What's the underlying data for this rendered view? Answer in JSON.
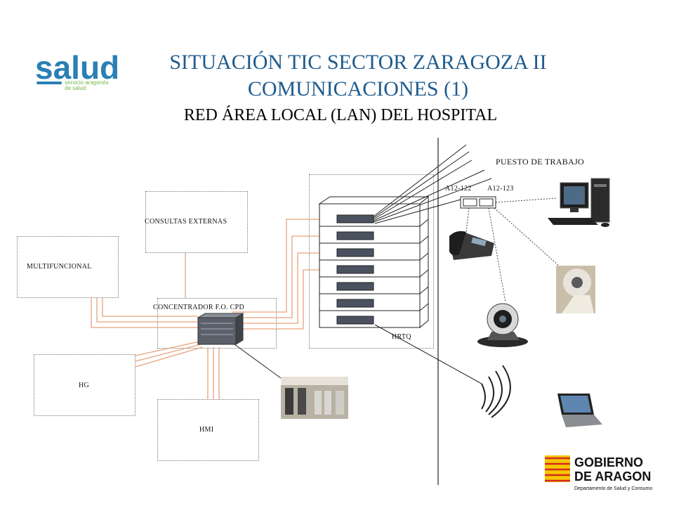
{
  "header": {
    "title_line1": "SITUACIÓN TIC SECTOR ZARAGOZA II",
    "title_line2": "COMUNICACIONES (1)",
    "subtitle": "RED ÁREA LOCAL (LAN) DEL HOSPITAL"
  },
  "logos": {
    "salud_word": "salud",
    "salud_tagline_1": "servicio aragonés",
    "salud_tagline_2": "de salud",
    "gobierno_line1": "GOBIERNO",
    "gobierno_line2": "DE ARAGON",
    "gobierno_dept": "Departamento de Salud y Consumo"
  },
  "nodes": {
    "consultas_externas": "CONSULTAS  EXTERNAS",
    "multifuncional": "MULTIFUNCIONAL",
    "concentrador": "CONCENTRADOR  F.O.  CPD",
    "hg": "HG",
    "hmi": "HMI",
    "hrtq": "HRTQ",
    "puesto_trabajo": "PUESTO DE TRABAJO",
    "port_a": "A12-122",
    "port_b": "A12-123"
  },
  "colors": {
    "title_blue": "#1f5b8e",
    "fiber_orange": "#e8a27a",
    "salud_blue": "#2a7fb5",
    "salud_green": "#7ab648",
    "aragon_red": "#d52b1e",
    "aragon_yellow": "#f6c800"
  }
}
